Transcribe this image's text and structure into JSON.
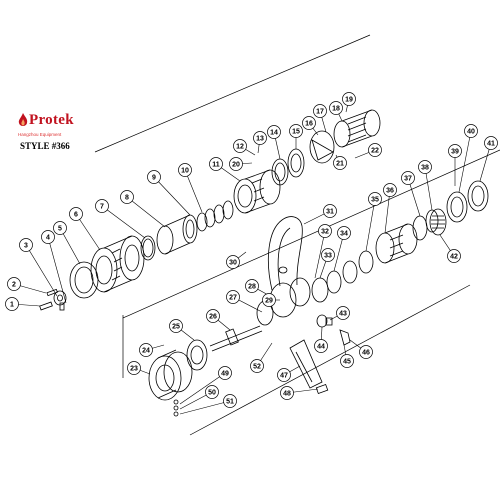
{
  "brand": {
    "name": "Protek",
    "tagline": "Hangzhou Equipment",
    "style_label": "STYLE #366"
  },
  "colors": {
    "brand_red": "#c1121f",
    "line": "#000000",
    "callout": "#000000"
  },
  "diagram": {
    "type": "exploded-parts-view",
    "part_numbers": [
      "1",
      "2",
      "3",
      "4",
      "5",
      "6",
      "7",
      "8",
      "9",
      "10",
      "11",
      "12",
      "13",
      "14",
      "15",
      "16",
      "17",
      "18",
      "19",
      "20",
      "21",
      "22",
      "23",
      "24",
      "25",
      "26",
      "27",
      "28",
      "29",
      "30",
      "31",
      "32",
      "33",
      "34",
      "35",
      "36",
      "37",
      "38",
      "39",
      "40",
      "41",
      "42",
      "43",
      "44",
      "45",
      "46",
      "47",
      "48",
      "49",
      "50",
      "51",
      "52"
    ]
  }
}
